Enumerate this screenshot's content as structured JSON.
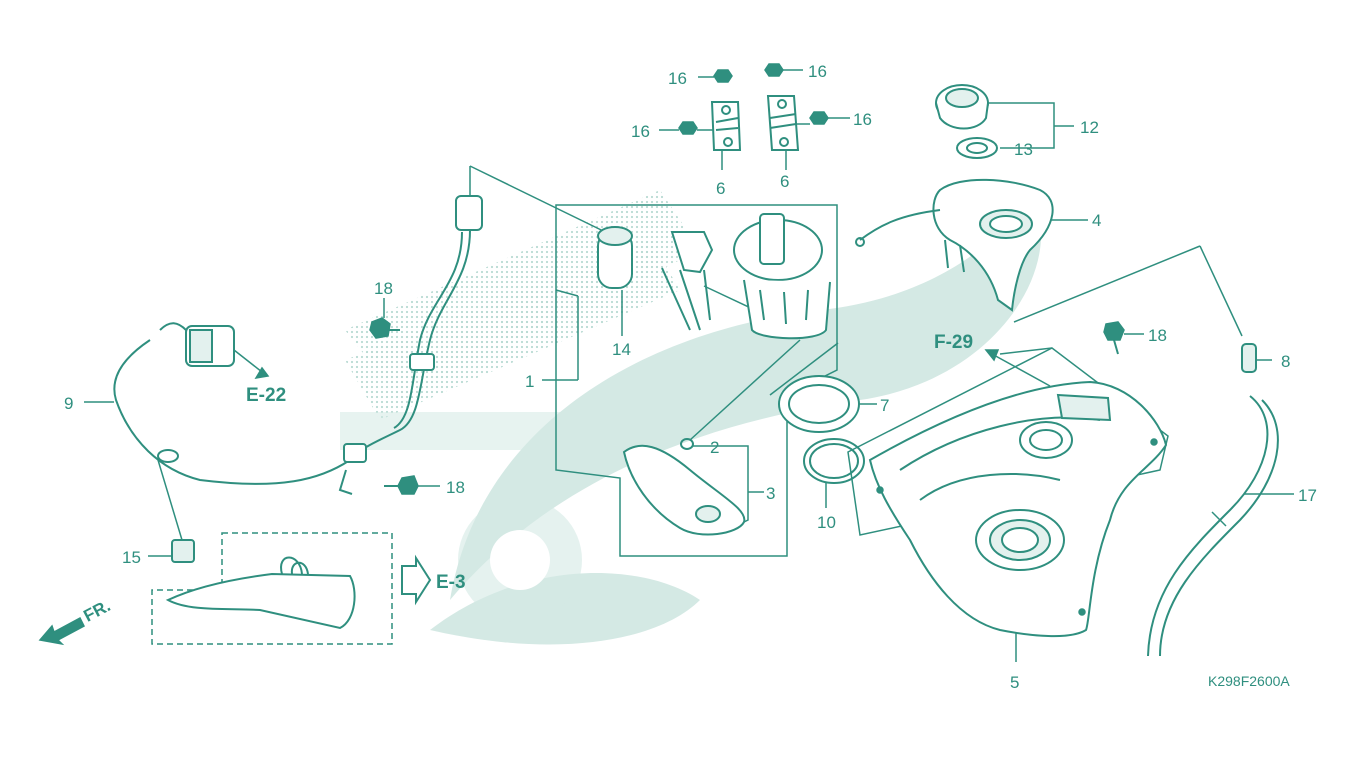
{
  "diagram": {
    "code": "K298F2600A",
    "direction_label": "FR.",
    "references": {
      "e22": "E-22",
      "e3": "E-3",
      "f29": "F-29"
    },
    "parts": {
      "p1": "1",
      "p2": "2",
      "p3": "3",
      "p4": "4",
      "p5": "5",
      "p6a": "6",
      "p6b": "6",
      "p7": "7",
      "p8": "8",
      "p9": "9",
      "p10": "10",
      "p12": "12",
      "p13": "13",
      "p14": "14",
      "p15": "15",
      "p16a": "16",
      "p16b": "16",
      "p16c": "16",
      "p16d": "16",
      "p17": "17",
      "p18a": "18",
      "p18b": "18",
      "p18c": "18"
    },
    "colors": {
      "line": "#2f8f7f",
      "watermark": "#d4e9e4"
    }
  }
}
